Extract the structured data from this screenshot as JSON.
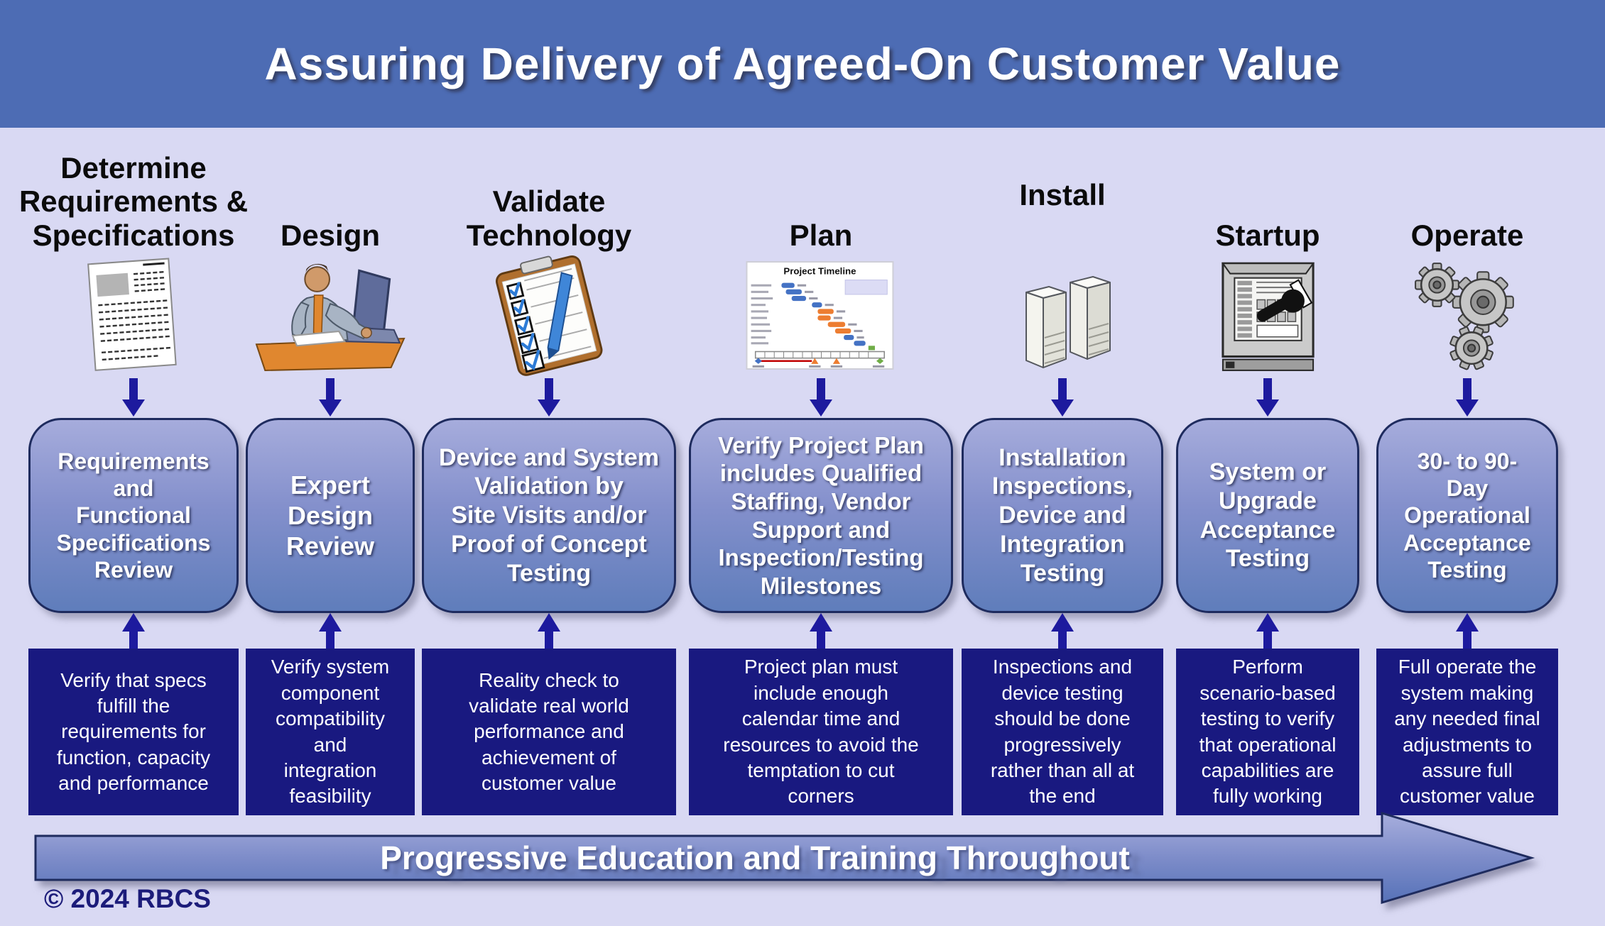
{
  "title": "Assuring Delivery of Agreed-On Customer Value",
  "banner": "Progressive Education and Training Throughout",
  "copyright": "© 2024 RBCS",
  "icons": {
    "gantt_title": "Project Timeline"
  },
  "colors": {
    "header_bg": "#4d6cb4",
    "canvas_bg": "#d9d9f3",
    "phase_box_top": "#a6acdc",
    "phase_box_bottom": "#5f7dbb",
    "phase_box_border": "#1e2b5e",
    "note_box_bg": "#191980",
    "arrow": "#1d1a9e",
    "gantt_bar_blue": "#4472c4",
    "gantt_bar_orange": "#ed7d31",
    "copyright_text": "#1c1c7a"
  },
  "columns": [
    {
      "header": "Determine\nRequirements &\nSpecifications",
      "icon": "document-icon",
      "phase": "Requirements\nand\nFunctional\nSpecifications\nReview",
      "note": "Verify that specs\nfulfill the\nrequirements for\nfunction, capacity\nand performance"
    },
    {
      "header": "Design",
      "icon": "designer-at-computer-icon",
      "phase": "Expert\nDesign\nReview",
      "note": "Verify system\ncomponent\ncompatibility\nand\nintegration\nfeasibility"
    },
    {
      "header": "Validate\nTechnology",
      "icon": "clipboard-checklist-icon",
      "phase": "Device and System\nValidation by\nSite Visits and/or\nProof of Concept\nTesting",
      "note": "Reality check to\nvalidate real world\nperformance and\nachievement of\ncustomer value"
    },
    {
      "header": "Plan",
      "icon": "gantt-chart-icon",
      "phase": "Verify Project Plan\nincludes Qualified\nStaffing, Vendor\nSupport and\nInspection/Testing\nMilestones",
      "note": "Project plan must\ninclude enough\ncalendar time and\nresources to avoid the\ntemptation to cut\ncorners"
    },
    {
      "header": "Install",
      "icon": "server-boxes-icon",
      "phase": "Installation\nInspections,\nDevice and\nIntegration\nTesting",
      "note": "Inspections and\ndevice testing\nshould be done\nprogressively\nrather than all at\nthe end"
    },
    {
      "header": "Startup",
      "icon": "monitor-pointer-icon",
      "phase": "System or\nUpgrade\nAcceptance\nTesting",
      "note": "Perform\nscenario-based\ntesting to verify\nthat operational\ncapabilities are\nfully working"
    },
    {
      "header": "Operate",
      "icon": "gears-icon",
      "phase": "30- to 90-\nDay\nOperational\nAcceptance\nTesting",
      "note": "Full operate the\nsystem making\nany needed final\nadjustments to\nassure full\ncustomer value"
    }
  ]
}
